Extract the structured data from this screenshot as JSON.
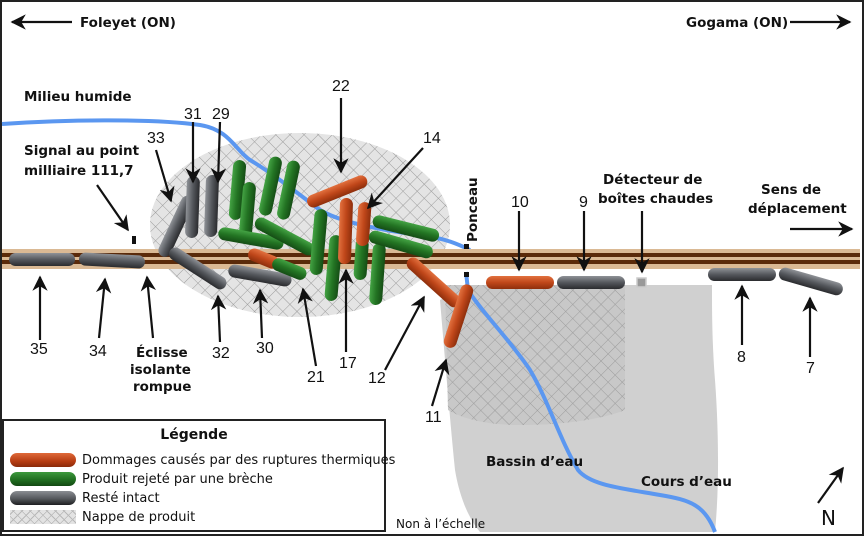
{
  "directions": {
    "west": "Foleyet (ON)",
    "east": "Gogama (ON)",
    "travel": "Sens de déplacement"
  },
  "labels": {
    "wetland": "Milieu humide",
    "signal_line1": "Signal au point",
    "signal_line2": "milliaire 111,7",
    "joint_line1": "Éclisse",
    "joint_line2": "isolante",
    "joint_line3": "rompue",
    "culvert": "Ponceau",
    "detector_line1": "Détecteur de",
    "detector_line2": "boîtes chaudes",
    "pond": "Bassin d’eau",
    "stream": "Cours d’eau",
    "scale": "Non à l’échelle",
    "north": "N"
  },
  "cars": [
    {
      "id": "35",
      "status": "intact"
    },
    {
      "id": "34",
      "status": "intact"
    },
    {
      "id": "33",
      "status": "intact"
    },
    {
      "id": "32",
      "status": "intact"
    },
    {
      "id": "31",
      "status": "intact"
    },
    {
      "id": "30",
      "status": "intact"
    },
    {
      "id": "29",
      "status": "intact"
    },
    {
      "id": "22",
      "status": "thermal"
    },
    {
      "id": "21",
      "status": "thermal+breach"
    },
    {
      "id": "17",
      "status": "thermal"
    },
    {
      "id": "14",
      "status": "thermal+breach"
    },
    {
      "id": "12",
      "status": "thermal"
    },
    {
      "id": "11",
      "status": "thermal"
    },
    {
      "id": "10",
      "status": "thermal"
    },
    {
      "id": "9",
      "status": "intact"
    },
    {
      "id": "8",
      "status": "intact"
    },
    {
      "id": "7",
      "status": "intact"
    }
  ],
  "legend": {
    "title": "Légende",
    "items": [
      {
        "key": "thermal",
        "label": "Dommages causés par des ruptures thermiques",
        "color": "#c0471a"
      },
      {
        "key": "breach",
        "label": "Produit rejeté par une brèche",
        "color": "#2a7a2a"
      },
      {
        "key": "intact",
        "label": "Resté intact",
        "color": "#4a4c50"
      },
      {
        "key": "spill",
        "label": "Nappe de produit",
        "color": "#d6d6d6"
      }
    ]
  },
  "colors": {
    "thermal": "#c0471a",
    "breach": "#2a7a2a",
    "intact": "#4a4c50",
    "water": "#5b97f0",
    "track_bed": "#d9b894",
    "rail": "#5a2a0a",
    "pond": "#d0d0d0"
  }
}
